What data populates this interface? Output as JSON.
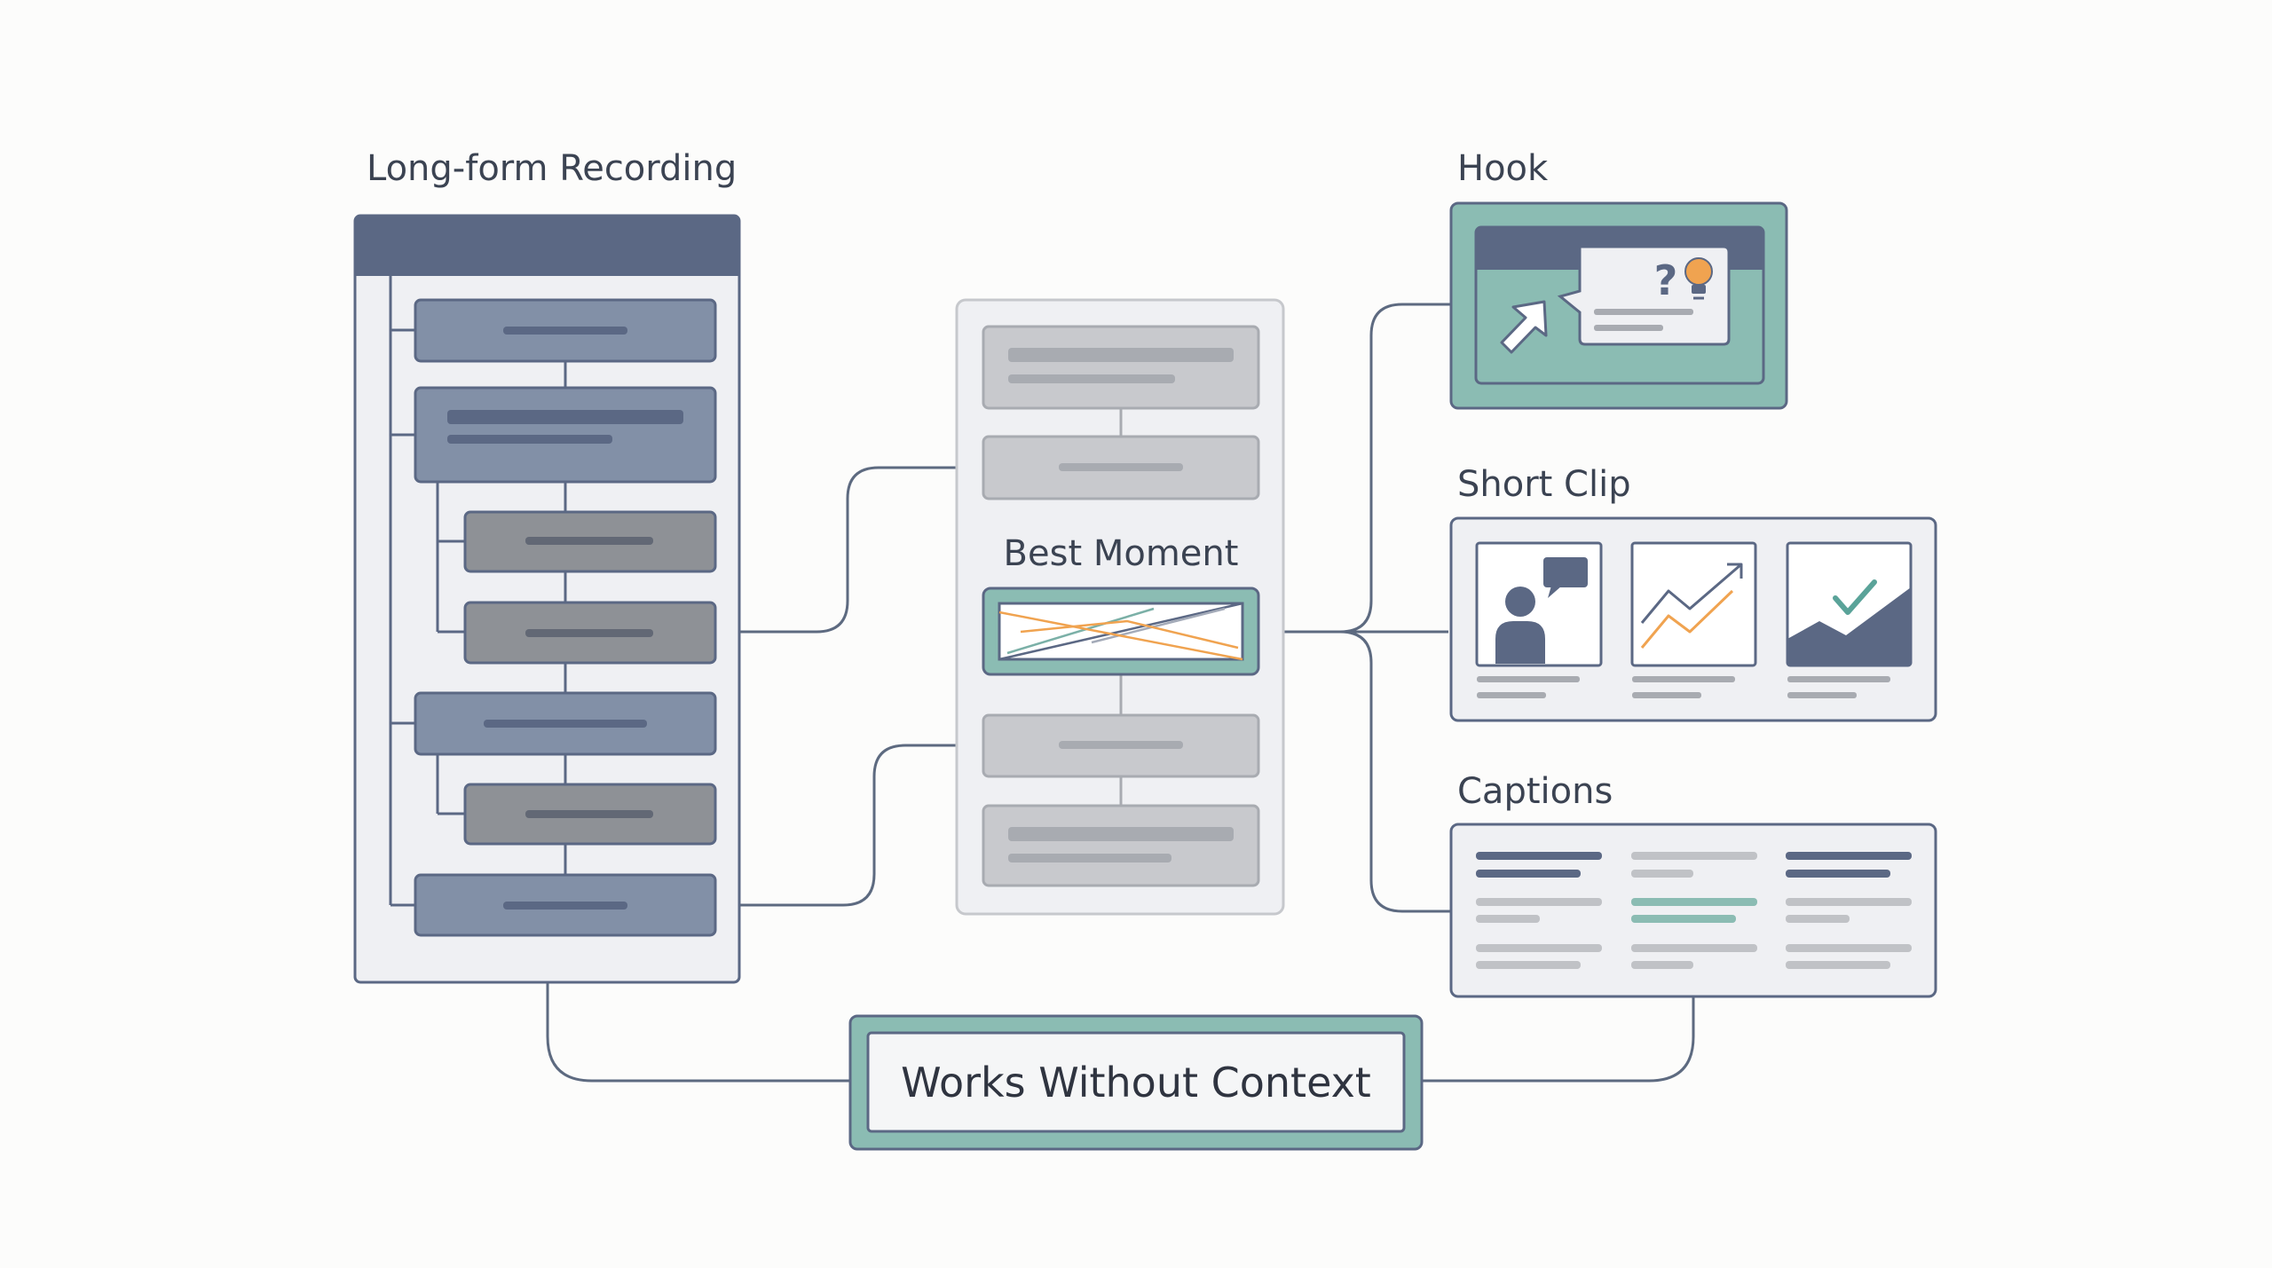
{
  "labels": {
    "source": "Long-form Recording",
    "best": "Best Moment",
    "hook": "Hook",
    "clip": "Short Clip",
    "captions": "Captions",
    "result": "Works Without Context"
  },
  "hook_glyph": "?",
  "colors": {
    "background": "#fcfcfb",
    "slate": "#5b6884",
    "slate_block": "#8290a7",
    "gray_block": "#8e9196",
    "light_block": "#c8c9cd",
    "panel_bg": "#eff0f3",
    "teal": "#8bbcb3",
    "orange": "#f0a350",
    "line": "#5d6a80"
  },
  "icons": {
    "hook": [
      "cursor-arrow-icon",
      "speech-bubble-icon",
      "question-mark-icon",
      "lightbulb-icon"
    ],
    "clip": [
      "speaker-chat-icon",
      "trend-line-icon",
      "growth-check-icon"
    ]
  }
}
